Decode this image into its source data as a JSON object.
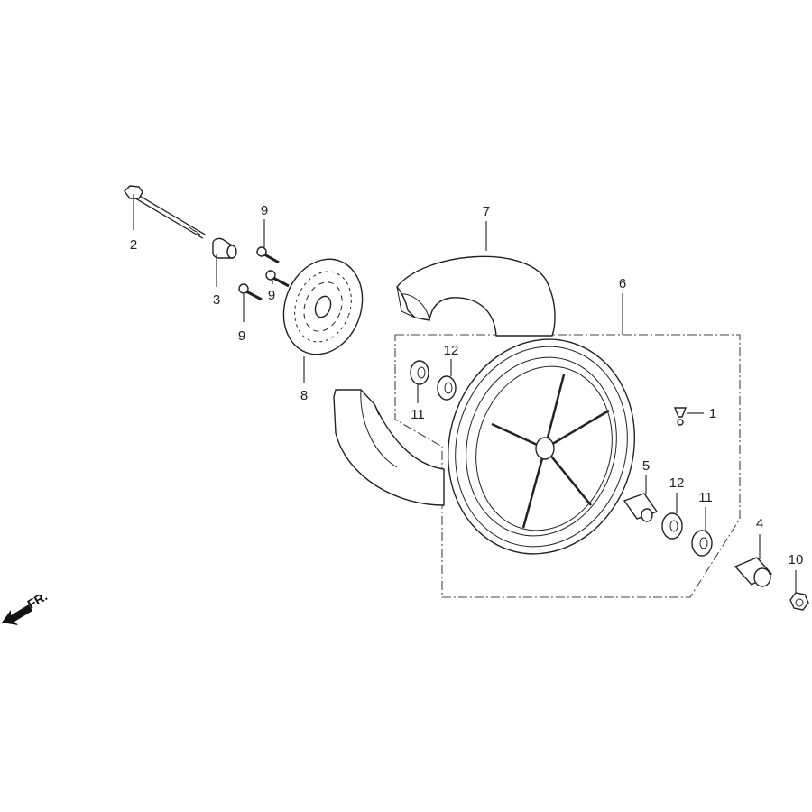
{
  "diagram": {
    "callouts": {
      "c1": "1",
      "c2": "2",
      "c3": "3",
      "c4": "4",
      "c5": "5",
      "c6": "6",
      "c7": "7",
      "c8": "8",
      "c9a": "9",
      "c9b": "9",
      "c9c": "9",
      "c10": "10",
      "c11a": "11",
      "c11b": "11",
      "c12a": "12",
      "c12b": "12"
    },
    "direction_label": "FR."
  }
}
